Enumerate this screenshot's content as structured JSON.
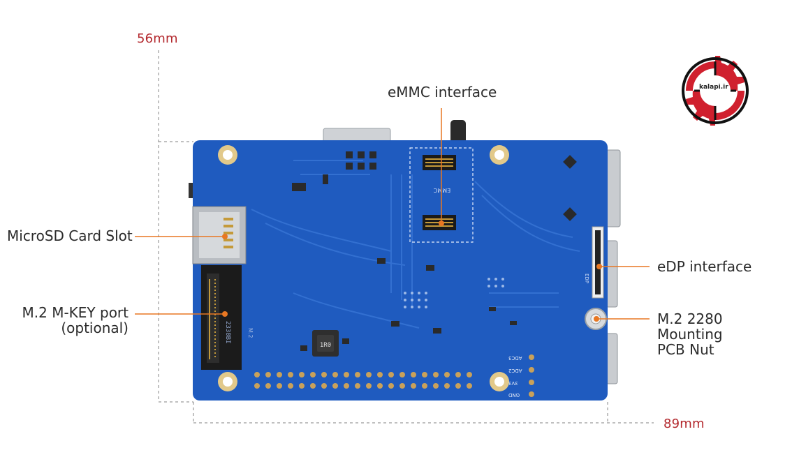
{
  "dimensions": {
    "height_label": "56mm",
    "width_label": "89mm"
  },
  "callouts": {
    "microsd": "MicroSD Card Slot",
    "m2_key_line1": "M.2 M-KEY port",
    "m2_key_line2": "(optional)",
    "emmc": "eMMC interface",
    "edp": "eDP interface",
    "mount_line1": "M.2 2280 Mounting",
    "mount_line2": "PCB Nut"
  },
  "board_text": {
    "silk_emmc": "EMMC",
    "silk_edp": "EDP",
    "silk_m2": "M.2",
    "m2_chip": "2338BI",
    "inductor": "1R0",
    "pin_adc3": "ADC3",
    "pin_adc2": "ADC2",
    "pin_3v3": "3V3",
    "pin_gnd": "GND"
  },
  "logo": {
    "text": "kalapi.ir"
  },
  "colors": {
    "board": "#1f5bbf",
    "accent": "#e87722",
    "dimension": "#b3282d",
    "logo_red": "#d0202e"
  }
}
